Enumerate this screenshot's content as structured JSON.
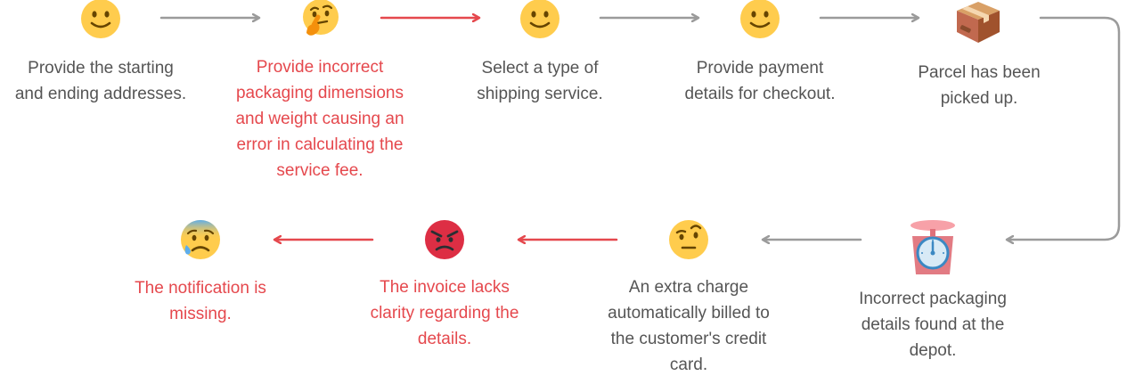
{
  "colors": {
    "neutral_arrow": "#9b9b9b",
    "negative_arrow": "#e5484d",
    "neutral_text": "#555555",
    "negative_text": "#e5484d"
  },
  "steps": [
    {
      "icon": "slightly-smiling-face-icon",
      "sentiment": "neutral",
      "label": "Provide the starting\nand ending addresses."
    },
    {
      "icon": "thinking-face-icon",
      "sentiment": "negative",
      "label": "Provide incorrect\npackaging dimensions\nand weight causing an\nerror in calculating the\nservice fee."
    },
    {
      "icon": "slightly-smiling-face-icon",
      "sentiment": "neutral",
      "label": "Select a type of\nshipping service."
    },
    {
      "icon": "slightly-smiling-face-icon",
      "sentiment": "neutral",
      "label": "Provide payment\ndetails for checkout."
    },
    {
      "icon": "package-icon",
      "sentiment": "neutral",
      "label": "Parcel has been\npicked up."
    },
    {
      "icon": "weighing-scale-icon",
      "sentiment": "neutral",
      "label": "Incorrect packaging\ndetails found at the\ndepot."
    },
    {
      "icon": "raised-eyebrow-face-icon",
      "sentiment": "neutral",
      "label": "An extra charge\nautomatically billed to\nthe customer's credit\ncard."
    },
    {
      "icon": "angry-face-icon",
      "sentiment": "negative",
      "label": "The invoice lacks\nclarity regarding the\ndetails."
    },
    {
      "icon": "anxious-face-with-sweat-icon",
      "sentiment": "negative",
      "label": "The notification is\nmissing."
    }
  ],
  "connectors": [
    {
      "from": 1,
      "to": 2,
      "sentiment": "neutral"
    },
    {
      "from": 2,
      "to": 3,
      "sentiment": "negative"
    },
    {
      "from": 3,
      "to": 4,
      "sentiment": "neutral"
    },
    {
      "from": 4,
      "to": 5,
      "sentiment": "neutral"
    },
    {
      "from": 5,
      "to": 6,
      "sentiment": "neutral"
    },
    {
      "from": 6,
      "to": 7,
      "sentiment": "neutral"
    },
    {
      "from": 7,
      "to": 8,
      "sentiment": "negative"
    },
    {
      "from": 8,
      "to": 9,
      "sentiment": "negative"
    }
  ]
}
